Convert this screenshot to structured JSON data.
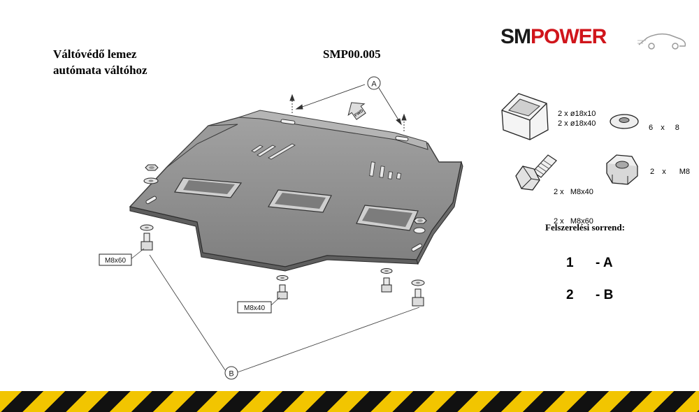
{
  "title": {
    "line1": "Váltóvédő lemez",
    "line2": "autómata váltóhoz"
  },
  "part_number": "SMP00.005",
  "logo": {
    "sm": "SM",
    "power": "POWER",
    "sm_color": "#1a1a1a",
    "power_color": "#d0151b"
  },
  "callouts": {
    "a": "A",
    "b": "B",
    "fwd": "FWD"
  },
  "bolt_labels": {
    "m8x60": "M8x60",
    "m8x40": "M8x40"
  },
  "hardware": {
    "spacer_line1": "2 x ø18x10",
    "spacer_line2": "2 x ø18x40",
    "washer_count": "6",
    "washer_x": "x",
    "washer_size": "8",
    "bolt_line1": "2 x   M8x40",
    "bolt_line2": "2 x   M8x60",
    "nut_count": "2",
    "nut_x": "x",
    "nut_size": "M8"
  },
  "install_order": {
    "title": "Felszerelési sorrend:",
    "steps": [
      {
        "num": "1",
        "label": "- A"
      },
      {
        "num": "2",
        "label": "- B"
      }
    ]
  },
  "colors": {
    "plate": "#8d8d8d",
    "plate_dark": "#5e5e5e",
    "hazard_yellow": "#f2c500",
    "hazard_black": "#111111"
  }
}
